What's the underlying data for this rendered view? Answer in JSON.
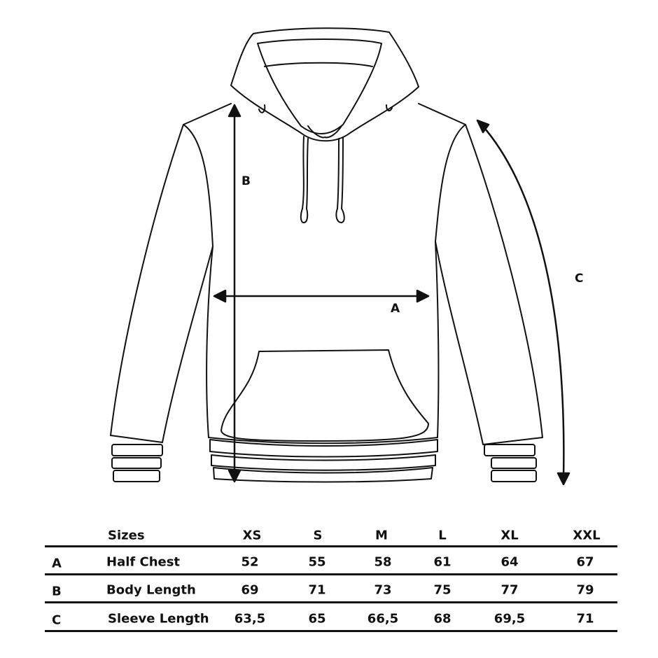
{
  "diagram": {
    "measure_labels": {
      "a": "A",
      "b": "B",
      "c": "C"
    }
  },
  "table": {
    "header": {
      "label": "Sizes",
      "sizes": [
        "XS",
        "S",
        "M",
        "L",
        "XL",
        "XXL"
      ]
    },
    "rows": [
      {
        "key": "A",
        "label": "Half Chest",
        "values": [
          "52",
          "55",
          "58",
          "61",
          "64",
          "67"
        ]
      },
      {
        "key": "B",
        "label": "Body Length",
        "values": [
          "69",
          "71",
          "73",
          "75",
          "77",
          "79"
        ]
      },
      {
        "key": "C",
        "label": "Sleeve Length",
        "values": [
          "63,5",
          "65",
          "66,5",
          "68",
          "69,5",
          "71"
        ]
      }
    ]
  }
}
